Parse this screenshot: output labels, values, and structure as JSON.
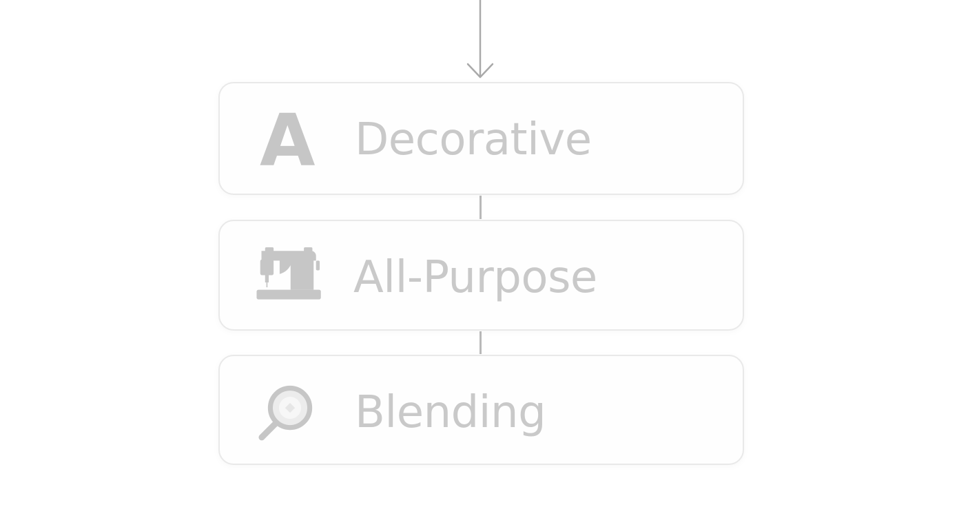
{
  "diagram": {
    "cards": [
      {
        "label": "Decorative",
        "icon": "letter-a-icon",
        "glyph": "A"
      },
      {
        "label": "All-Purpose",
        "icon": "sewing-machine-icon"
      },
      {
        "label": "Blending",
        "icon": "magnifier-icon"
      }
    ]
  },
  "colors": {
    "text": "#c9c9c9",
    "icon": "#c6c6c6",
    "border": "#e9e9e9",
    "connector": "#b9b9b9",
    "background": "#ffffff"
  }
}
